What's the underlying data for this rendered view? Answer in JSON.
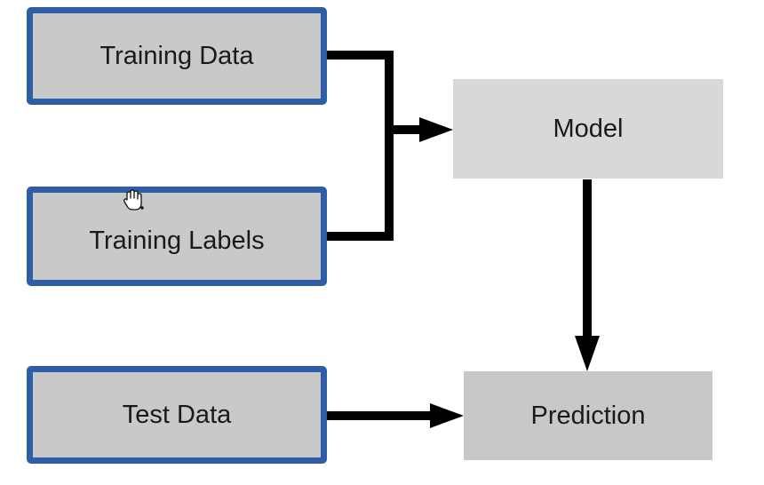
{
  "nodes": {
    "training_data": "Training Data",
    "training_labels": "Training Labels",
    "test_data": "Test Data",
    "model": "Model",
    "prediction": "Prediction"
  },
  "colors": {
    "input_border": "#2f5ea7",
    "input_fill": "#c9c9c9",
    "model_fill": "#d8d8d8",
    "prediction_fill": "#c8c8c8",
    "connector": "#000000"
  },
  "icons": {
    "cursor": "hand-cursor-icon"
  }
}
